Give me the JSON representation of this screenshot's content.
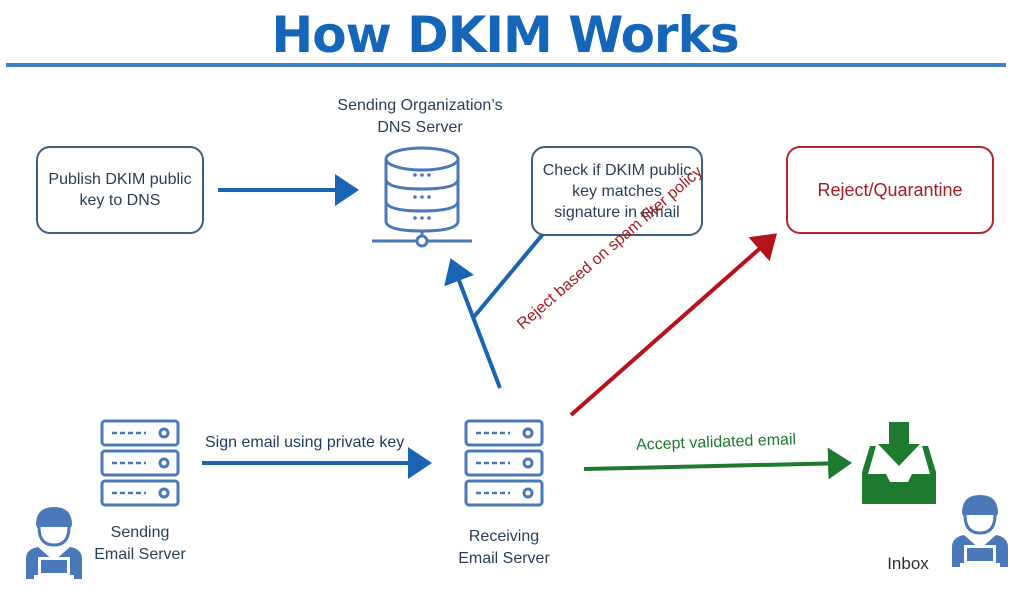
{
  "title": "How DKIM Works",
  "colors": {
    "title": "#1565b8",
    "flow_blue": "#1a64b3",
    "reject_red": "#b5121b",
    "accept_green": "#1e7a2f",
    "icon_blue": "#4a78b8",
    "box_border": "#3d5f80"
  },
  "nodes": {
    "dns_server": {
      "label_line1": "Sending Organization’s",
      "label_line2": "DNS Server",
      "icon": "database-server-icon"
    },
    "sending_server": {
      "label_line1": "Sending",
      "label_line2": "Email Server",
      "icon": "server-rack-icon"
    },
    "receiving_server": {
      "label_line1": "Receiving",
      "label_line2": "Email Server",
      "icon": "server-rack-icon"
    },
    "inbox": {
      "label": "Inbox",
      "icon": "inbox-tray-icon"
    },
    "sender_user": {
      "icon": "user-laptop-icon"
    },
    "recipient_user": {
      "icon": "user-laptop-icon"
    }
  },
  "boxes": {
    "publish": {
      "line1": "Publish DKIM public",
      "line2": "key to DNS"
    },
    "check": {
      "line1": "Check if DKIM public",
      "line2": "key matches",
      "line3": "signature in email"
    },
    "reject": {
      "text": "Reject/Quarantine"
    }
  },
  "arrows": {
    "sign": "Sign email using private key",
    "accept": "Accept validated email",
    "reject": "Reject based on spam filter policy"
  }
}
